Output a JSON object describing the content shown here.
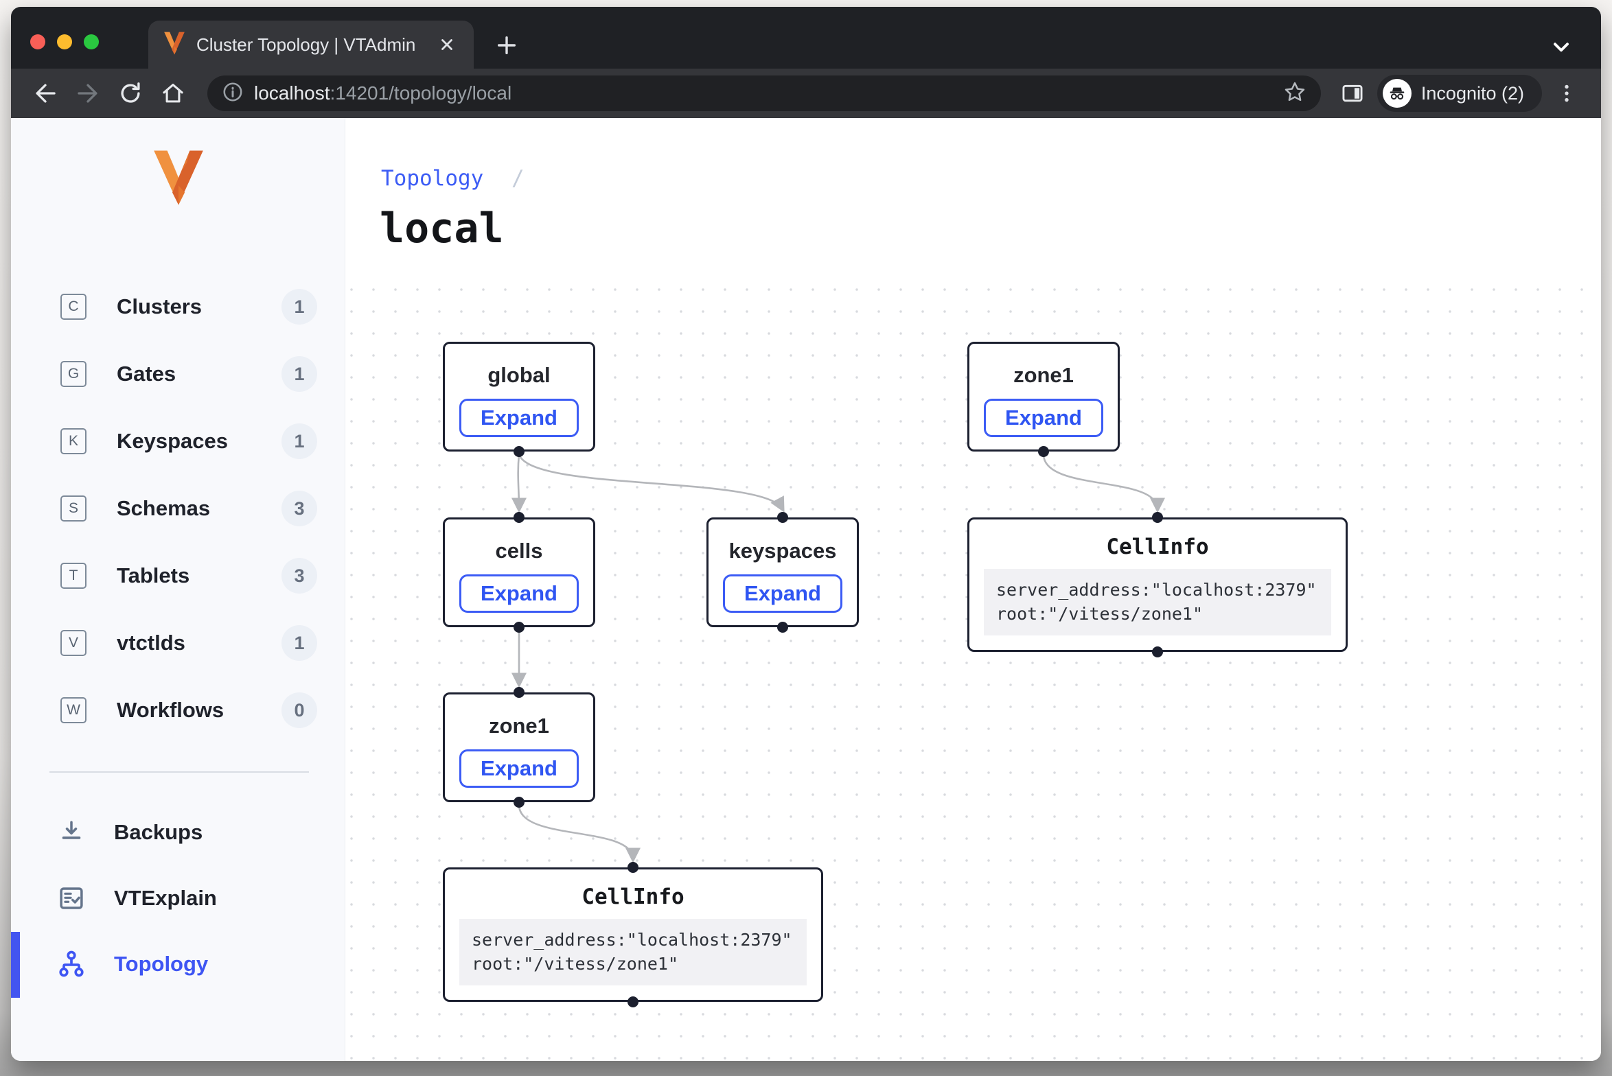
{
  "browser": {
    "tab_title": "Cluster Topology | VTAdmin",
    "url_host": "localhost",
    "url_rest": ":14201/topology/local",
    "incognito_label": "Incognito (2)"
  },
  "colors": {
    "accent_blue": "#3c5cf5",
    "vitess_orange": "#e8702d",
    "node_border": "#1c2030",
    "edge_gray": "#b4b6ba",
    "sidebar_bg": "#f8f9fc",
    "chrome_dark": "#1f2125",
    "chrome_toolbar": "#35363a"
  },
  "sidebar": {
    "items": [
      {
        "letter": "C",
        "label": "Clusters",
        "count": "1"
      },
      {
        "letter": "G",
        "label": "Gates",
        "count": "1"
      },
      {
        "letter": "K",
        "label": "Keyspaces",
        "count": "1"
      },
      {
        "letter": "S",
        "label": "Schemas",
        "count": "3"
      },
      {
        "letter": "T",
        "label": "Tablets",
        "count": "3"
      },
      {
        "letter": "V",
        "label": "vtctlds",
        "count": "1"
      },
      {
        "letter": "W",
        "label": "Workflows",
        "count": "0"
      }
    ],
    "secondary": [
      {
        "icon": "download-icon",
        "label": "Backups"
      },
      {
        "icon": "document-check-icon",
        "label": "VTExplain"
      },
      {
        "icon": "topology-icon",
        "label": "Topology",
        "active": true
      }
    ]
  },
  "main": {
    "breadcrumb": "Topology",
    "breadcrumb_sep": "/",
    "title": "local"
  },
  "graph": {
    "expand_label": "Expand",
    "nodes": [
      {
        "id": "global",
        "type": "expand",
        "title": "global"
      },
      {
        "id": "zone1-right",
        "type": "expand",
        "title": "zone1"
      },
      {
        "id": "cells",
        "type": "expand",
        "title": "cells"
      },
      {
        "id": "keyspaces",
        "type": "expand",
        "title": "keyspaces"
      },
      {
        "id": "cellinfo-right",
        "type": "info",
        "title": "CellInfo",
        "lines": [
          "server_address:\"localhost:2379\"",
          "root:\"/vitess/zone1\""
        ]
      },
      {
        "id": "zone1",
        "type": "expand",
        "title": "zone1"
      },
      {
        "id": "cellinfo-bottom",
        "type": "info",
        "title": "CellInfo",
        "lines": [
          "server_address:\"localhost:2379\"",
          "root:\"/vitess/zone1\""
        ]
      }
    ]
  }
}
